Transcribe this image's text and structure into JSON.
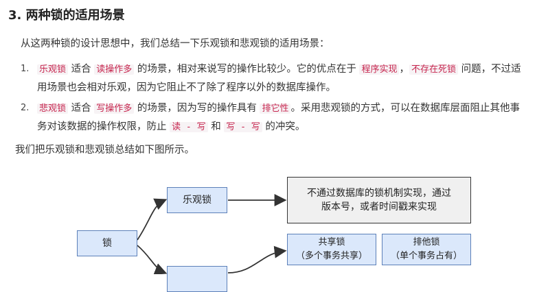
{
  "heading": "3. 两种锁的适用场景",
  "intro": "从这两种锁的设计思想中，我们总结一下乐观锁和悲观锁的适用场景：",
  "items": [
    {
      "num": "1.",
      "t_hl1": "乐观锁",
      "t1": " 适合 ",
      "t_hl2": "读操作多",
      "t2": " 的场景，相对来说写的操作比较少。它的优点在于 ",
      "t_hl3": "程序实现",
      "t3": "，",
      "t_hl4": "不存在死锁",
      "t4": " 问题，不过适用场景也会相对乐观，因为它阻止不了除了程序以外的数据库操作。"
    },
    {
      "num": "2.",
      "t_hl1": "悲观锁",
      "t1": " 适合 ",
      "t_hl2": "写操作多",
      "t2": " 的场景，因为写的操作具有 ",
      "t_hl3": "排它性",
      "t3": "。采用悲观锁的方式，可以在数据库层面阻止其他事务对该数据的操作权限，防止 ",
      "t_hl4": "读 - 写",
      "t4": " 和 ",
      "t_hl5": "写 - 写",
      "t5": " 的冲突。"
    }
  ],
  "summary": "我们把乐观锁和悲观锁总结如下图所示。",
  "diagram": {
    "root": "锁",
    "optimistic": "乐观锁",
    "optimistic_desc_line1": "不通过数据库的锁机制实现，通过",
    "optimistic_desc_line2": "版本号，或者时间戳来实现",
    "shared_line1": "共享锁",
    "shared_line2": "（多个事务共享）",
    "exclusive_line1": "排他锁",
    "exclusive_line2": "（单个事务占有）"
  },
  "colors": {
    "highlight_text": "#c7254e",
    "node_blue": "#dbe8fb",
    "node_gray": "#f0f0f0"
  }
}
